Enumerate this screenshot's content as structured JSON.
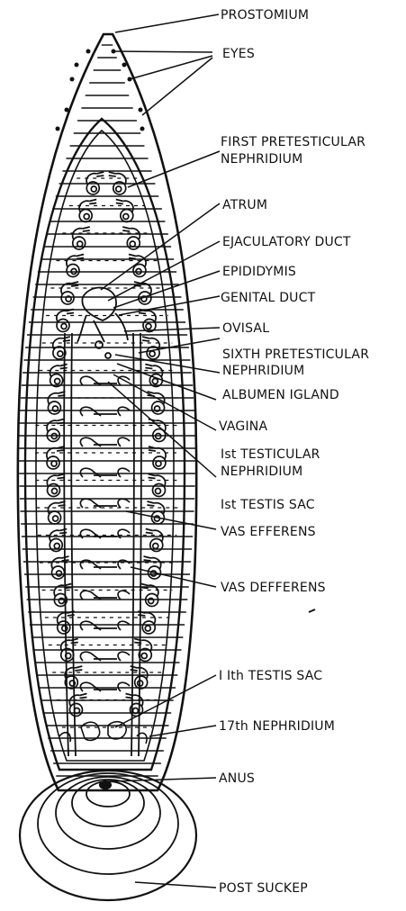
{
  "labels": {
    "prostomium": "PROSTOMIUM",
    "eyes": "EYES",
    "first_pretesticular_1": "FIRST PRETESTICULAR",
    "first_pretesticular_2": "NEPHRIDIUM",
    "atrum": "ATRUM",
    "ejaculatory_duct": "EJACULATORY DUCT",
    "epididymis": "EPIDIDYMIS",
    "genital_duct": "GENITAL DUCT",
    "ovisal": "OVISAL",
    "sixth_pretesticular_1": "SIXTH PRETESTICULAR",
    "sixth_pretesticular_2": "NEPHRIDIUM",
    "albumen_gland": "ALBUMEN IGLAND",
    "vagina": "VAGINA",
    "first_testicular_1": "Ist TESTICULAR",
    "first_testicular_2": "NEPHRIDIUM",
    "first_testis_sac": "Ist TESTIS SAC",
    "vas_efferens": "VAS EFFERENS",
    "vas_defferens": "VAS DEFFERENS",
    "eleventh_testis_sac": "I Ith TESTIS SAC",
    "seventeenth_nephridium": "17th NEPHRIDIUM",
    "anus": "ANUS",
    "post_sucker": "POST SUCKEP"
  }
}
